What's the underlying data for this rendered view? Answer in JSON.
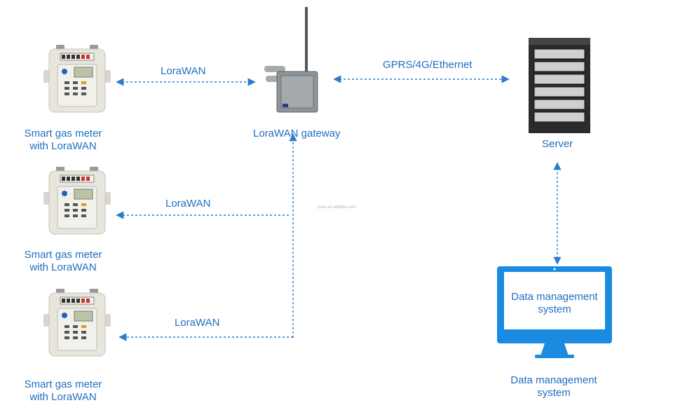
{
  "meters": [
    {
      "label_line1": "Smart gas meter",
      "label_line2": "with LoraWAN",
      "link_label": "LoraWAN"
    },
    {
      "label_line1": "Smart gas meter",
      "label_line2": "with LoraWAN",
      "link_label": "LoraWAN"
    },
    {
      "label_line1": "Smart gas meter",
      "label_line2": "with LoraWAN",
      "link_label": "LoraWAN"
    }
  ],
  "gateway": {
    "label": "LoraWAN gateway"
  },
  "backhaul": {
    "label": "GPRS/4G/Ethernet"
  },
  "server": {
    "label": "Server"
  },
  "dms": {
    "screen_line1": "Data management",
    "screen_line2": "system",
    "label_line1": "Data management",
    "label_line2": "system"
  },
  "watermark": "jmas.en.alibaba.com",
  "colors": {
    "accent": "#1f6fc0",
    "monitor": "#1a8be0",
    "line": "#2b7cc9"
  }
}
